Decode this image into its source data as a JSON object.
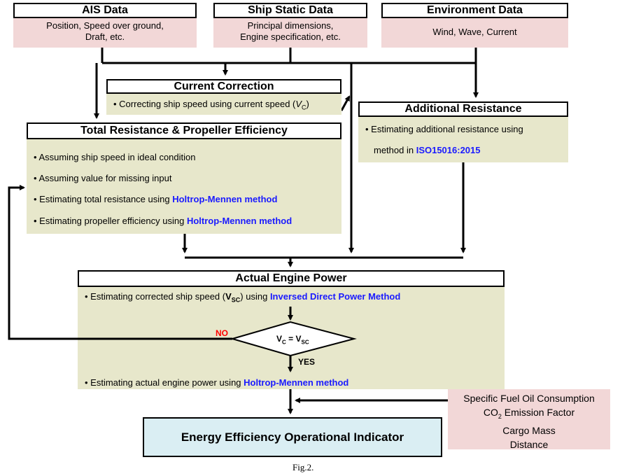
{
  "sources": {
    "ais": {
      "title": "AIS Data",
      "lines": [
        "Position, Speed over ground,",
        "Draft, etc."
      ]
    },
    "ship_static": {
      "title": "Ship Static Data",
      "lines": [
        "Principal dimensions,",
        "Engine specification, etc."
      ]
    },
    "environment": {
      "title": "Environment Data",
      "lines": [
        "Wind, Wave, Current"
      ]
    }
  },
  "current_correction": {
    "title": "Current Correction",
    "bullet_prefix": "Correcting ship speed using current speed (",
    "bullet_var": "V",
    "bullet_sub": "C",
    "bullet_suffix": ")"
  },
  "additional_resistance": {
    "title": "Additional Resistance",
    "line1": "Estimating additional resistance using",
    "line2_prefix": "method in ",
    "line2_highlight": "ISO15016:2015"
  },
  "total_resistance": {
    "title": "Total Resistance & Propeller Efficiency",
    "b1": "Assuming ship speed in ideal condition",
    "b2": "Assuming value for missing input",
    "b3_prefix": "Estimating total resistance using ",
    "b3_highlight": "Holtrop-Mennen method",
    "b4_prefix": "Estimating propeller efficiency using ",
    "b4_highlight": "Holtrop-Mennen method"
  },
  "actual_engine_power": {
    "title": "Actual Engine Power",
    "b1_prefix": "Estimating corrected ship speed (",
    "b1_var": "V",
    "b1_sub": "SC",
    "b1_mid": ") using ",
    "b1_highlight": "Inversed Direct Power Method",
    "decision_lhs": "V",
    "decision_lhs_sub": "C",
    "decision_eq": " = ",
    "decision_rhs": "V",
    "decision_rhs_sub": "SC",
    "no_label": "NO",
    "yes_label": "YES",
    "b2_prefix": "Estimating actual engine power using ",
    "b2_highlight": "Holtrop-Mennen method"
  },
  "inputs": {
    "line1": "Specific Fuel Oil Consumption",
    "line2_prefix": "CO",
    "line2_sub": "2",
    "line2_suffix": " Emission Factor",
    "line3": "Cargo Mass",
    "line4": "Distance"
  },
  "eeoi": {
    "title": "Energy Efficiency Operational Indicator"
  },
  "caption": "Fig.2.",
  "colors": {
    "highlight": "#1a1aff",
    "no_label": "#ff0000",
    "pink": "#f2d7d7",
    "green": "#e7e7cb",
    "blue": "#daeef3"
  }
}
